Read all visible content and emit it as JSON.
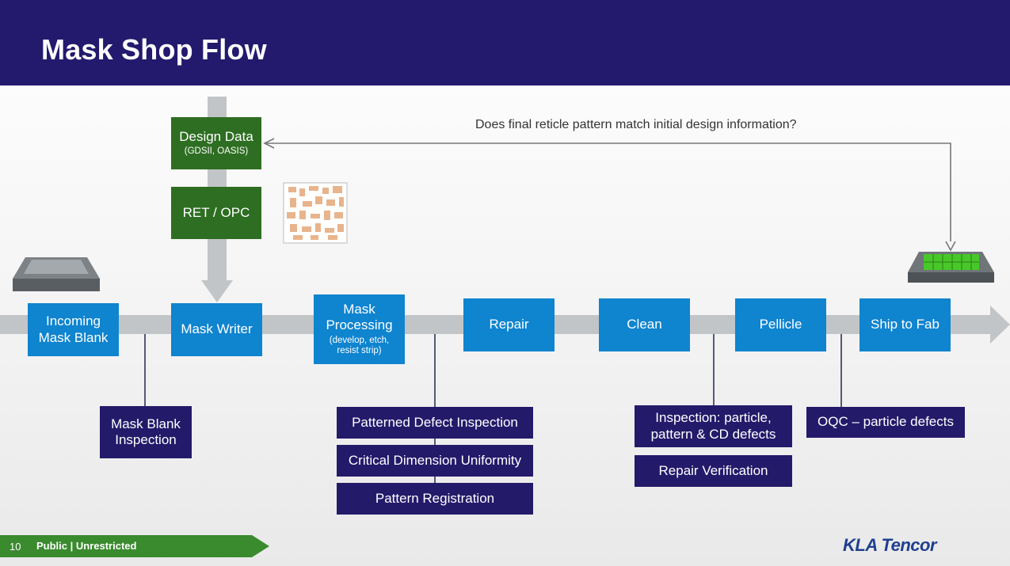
{
  "title": "Mask Shop Flow",
  "feedback_question": "Does final reticle pattern match initial design information?",
  "design_steps": [
    {
      "label": "Design Data",
      "sub": "(GDSII, OASIS)"
    },
    {
      "label": "RET / OPC"
    }
  ],
  "flow_steps": [
    {
      "label": "Incoming Mask Blank"
    },
    {
      "label": "Mask Writer"
    },
    {
      "label": "Mask Processing",
      "sub": "(develop, etch, resist strip)"
    },
    {
      "label": "Repair"
    },
    {
      "label": "Clean"
    },
    {
      "label": "Pellicle"
    },
    {
      "label": "Ship to Fab"
    }
  ],
  "inspections": {
    "blank": "Mask Blank Inspection",
    "patterned": "Patterned Defect Inspection",
    "cdu": "Critical Dimension Uniformity",
    "registration": "Pattern Registration",
    "particle": "Inspection: particle, pattern & CD defects",
    "repair_verification": "Repair Verification",
    "oqc": "OQC – particle defects"
  },
  "footer": {
    "page_number": "10",
    "classification": "Public | Unrestricted",
    "logo": "KLA Tencor"
  },
  "colors": {
    "header": "#231a6e",
    "process_box": "#0f84cf",
    "design_box": "#2e6e22",
    "inspection_box": "#241a6a",
    "footer_band": "#3a8a2e"
  }
}
